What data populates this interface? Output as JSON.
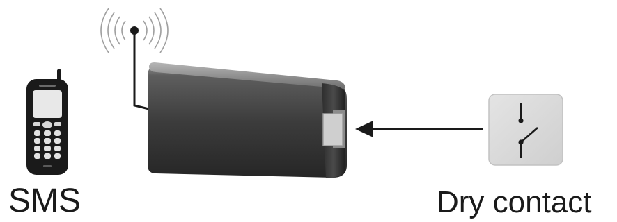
{
  "labels": {
    "sms": "SMS",
    "dry_contact": "Dry contact"
  },
  "icons": {
    "phone": "mobile-phone-icon",
    "antenna": "antenna-icon",
    "radio_waves": "radio-waves-icon",
    "device": "gsm-module-device",
    "switch": "dry-contact-switch-icon",
    "arrow": "arrow-left-icon"
  },
  "colors": {
    "device_body": "#3a3a3a",
    "device_highlight": "#7a7a7a",
    "switch_box": "#d9d9d9",
    "line": "#1a1a1a",
    "waves": "#9a9a9a"
  }
}
